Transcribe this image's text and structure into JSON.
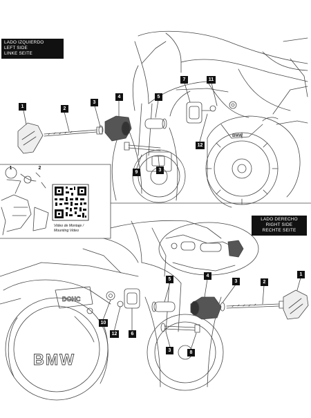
{
  "labels": {
    "left": [
      "LADO IZQUIERDO",
      "LEFT SIDE",
      "LINKE SEITE"
    ],
    "right": [
      "LADO DERECHO",
      "RIGHT SIDE",
      "RECHTE SEITE"
    ]
  },
  "video": {
    "caption": [
      "Video de Montaje /",
      "Mounting Video"
    ],
    "steps": [
      "1",
      "2"
    ]
  },
  "engine_marks": {
    "top_badge": "BMW",
    "cover_logo": "BMW",
    "dohc": "DOHC"
  },
  "callouts_top": [
    "1",
    "2",
    "3",
    "4",
    "5",
    "7",
    "11",
    "12",
    "9",
    "3"
  ],
  "callouts_bottom": [
    "1",
    "2",
    "3",
    "4",
    "5",
    "10",
    "12",
    "6",
    "3",
    "8"
  ]
}
